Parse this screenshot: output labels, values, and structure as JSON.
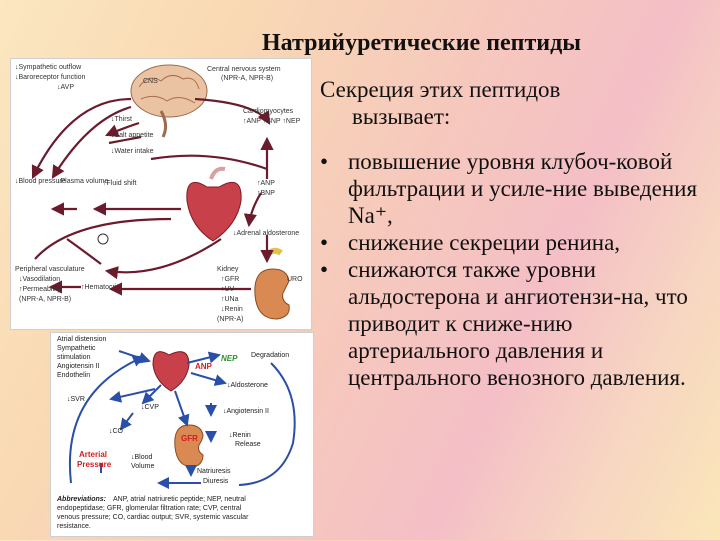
{
  "slide": {
    "title": "Натрийуретические пептиды",
    "intro_line1": "Секреция этих пептидов",
    "intro_line2": "вызывает:",
    "bullets": [
      "повышение уровня клубоч-ковой фильтрации и усиле-ние выведения Na⁺,",
      "снижение секреции ренина,",
      "снижаются также уровни альдостерона и ангиотензи-на, что приводит к сниже-нию артериального давления и центрального венозного давления."
    ],
    "bullet_glyph": "•"
  },
  "diagram_top": {
    "labels": {
      "sympathetic": "↓Sympathetic outflow",
      "baroreceptor": "↓Baroreceptor function",
      "avp": "↓AVP",
      "cns": "CNS",
      "central_nervous": "Central nervous system",
      "npr": "(NPR-A, NPR-B)",
      "thirst": "↓Thirst",
      "salt_appetite": "↓Salt appetite",
      "water_intake": "↓Water intake",
      "blood_pressure": "↓Blood pressure",
      "plasma_volume": "↓Plasma volume",
      "fluid_shift": "↑Fluid shift",
      "cardiomyocytes": "Cardiomyocytes",
      "anp_bnp_cnp": "↑ANP ↑BNP ↑NEP",
      "anp": "↑ANP",
      "bnp": "↑BNP",
      "adrenal": "↓Adrenal aldosterone",
      "peripheral": "Peripheral vasculature",
      "vasodilation": "↓Vasodilation",
      "permeability": "↑Permeability",
      "hematocrit": "↑Hematocrit",
      "npr_a": "(NPR-A, NPR-B)",
      "kidney": "Kidney",
      "gfr": "↑GFR",
      "uv": "↑UV",
      "una": "↑UNa",
      "renin": "↓Renin",
      "npr_kidney": "(NPR-A)",
      "uro": "URO"
    }
  },
  "diagram_bottom": {
    "left_labels": [
      "Atrial distension",
      "Sympathetic",
      "stimulation",
      "Angiotensin II",
      "Endothelin"
    ],
    "anp": "ANP",
    "nep": "NEP",
    "degradation": "Degradation",
    "aldosterone": "↓Aldosterone",
    "svr": "↓SVR",
    "cvp": "↓CVP",
    "angiotensin": "↓Angiotensin II",
    "co": "↓CO",
    "gfr": "GFR",
    "renin": "↓Renin",
    "release": "Release",
    "arterial": "Arterial",
    "pressure": "Pressure",
    "blood": "↓Blood",
    "volume": "Volume",
    "natriuresis": "Natriuresis",
    "diuresis": "Diuresis",
    "abbrev_title": "Abbreviations:",
    "abbrev_lines": [
      "ANP, atrial natriuretic peptide; NEP, neutral",
      "endopeptidase; GFR, glomerular filtration rate; CVP, central",
      "venous pressure; CO, cardiac output; SVR, systemic vascular",
      "resistance."
    ]
  },
  "colors": {
    "arrow": "#6b1b2c",
    "anp_red": "#d21c1c",
    "nep_green": "#2f8f2f",
    "loop_blue": "#2a4fa8"
  }
}
